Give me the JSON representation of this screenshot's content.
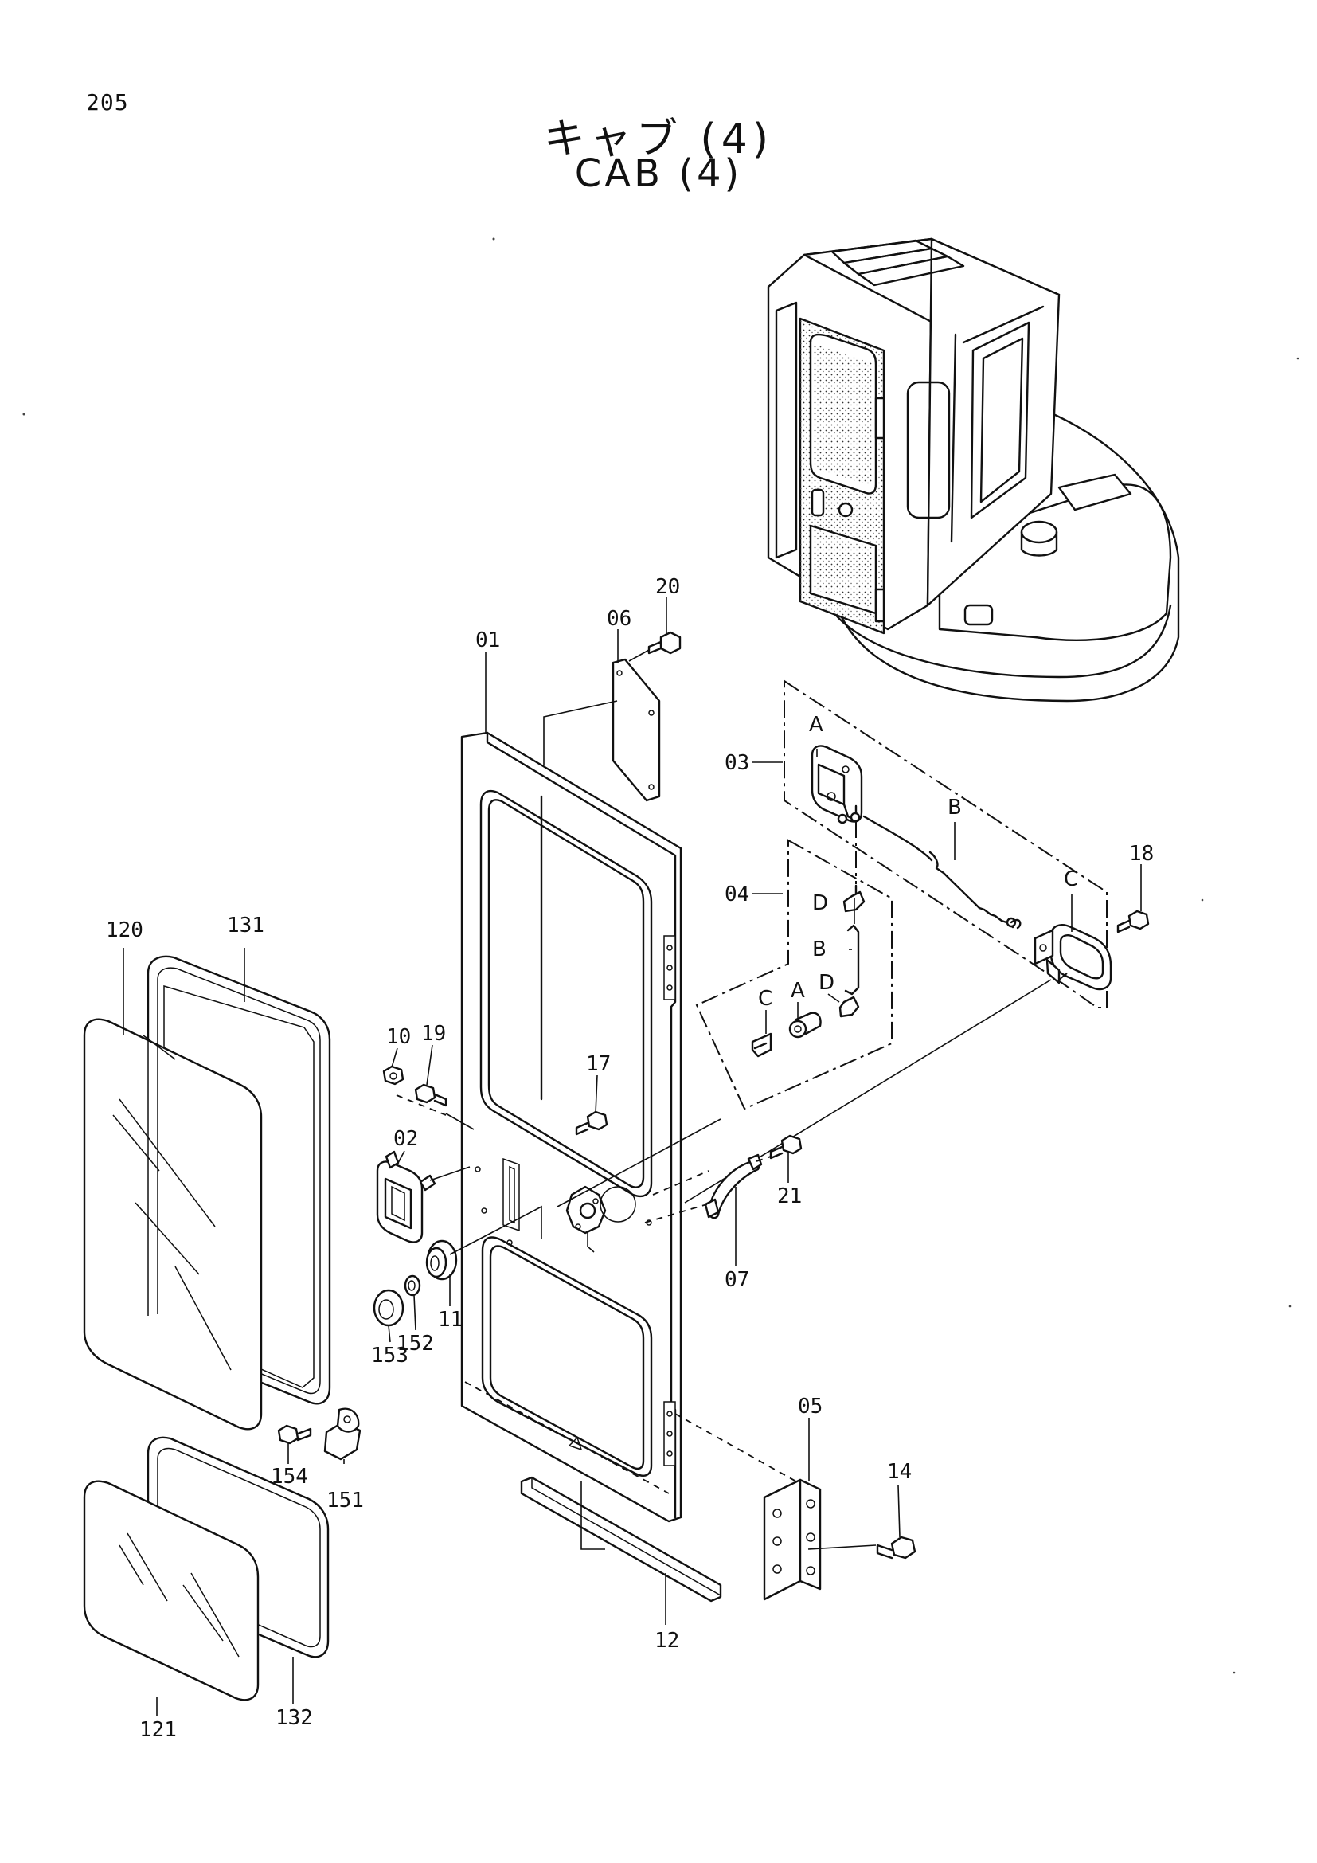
{
  "page": {
    "number": "205",
    "title_jp": "キャブ (4)",
    "title_en": "CAB (4)"
  },
  "callouts": {
    "p01": "01",
    "p02": "02",
    "p03": "03",
    "p04": "04",
    "p05": "05",
    "p06": "06",
    "p07": "07",
    "p10": "10",
    "p11": "11",
    "p12": "12",
    "p14": "14",
    "p17": "17",
    "p18": "18",
    "p19": "19",
    "p20": "20",
    "p21": "21",
    "p120": "120",
    "p121": "121",
    "p131": "131",
    "p132": "132",
    "p151": "151",
    "p152": "152",
    "p153": "153",
    "p154": "154",
    "a1": "A",
    "a2": "A",
    "b1": "B",
    "b2": "B",
    "c1": "C",
    "c2": "C",
    "d1": "D",
    "d2": "D"
  }
}
